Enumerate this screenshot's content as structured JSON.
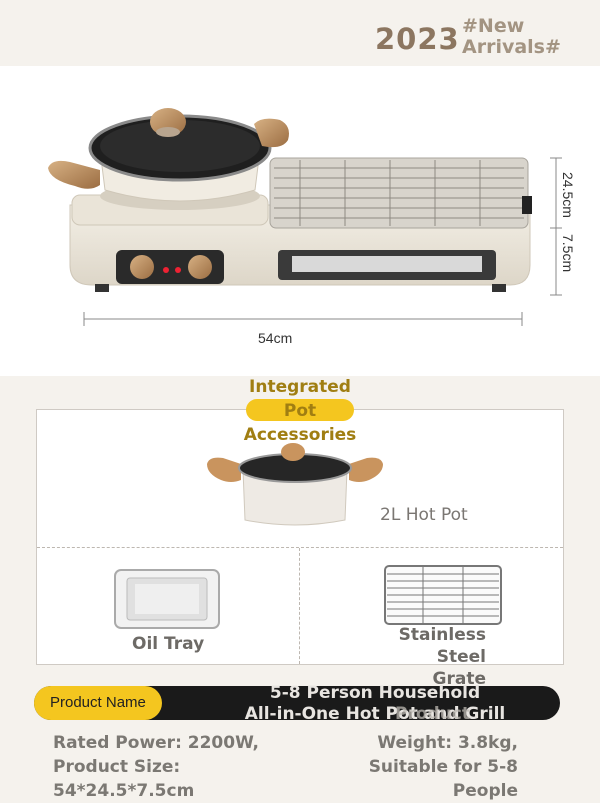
{
  "header": {
    "year": "2023",
    "tag_line1": "#New",
    "tag_line2": "Arrivals#"
  },
  "dimensions": {
    "width": "54cm",
    "depth": "24.5cm",
    "height": "7.5cm"
  },
  "accessories": {
    "title_line1": "Integrated",
    "title_line2": "Pot",
    "title_line3": "Accessories",
    "pot_label": "2L Hot Pot",
    "oil_tray_label": "Oil Tray",
    "grate_label_line1": "Stainless Steel",
    "grate_label_line2": "Grate"
  },
  "product": {
    "name_label": "Product Name",
    "name_line1": "5-8 Person Household",
    "name_line2": "All-in-One Hot Pot and Grill",
    "name_overlay": "Product"
  },
  "specs": {
    "left_line1": "Rated Power: 2200W,",
    "left_line2": "Product Size:",
    "left_line3": "54*24.5*7.5cm",
    "right_line1": "Weight: 3.8kg,",
    "right_line2": "Suitable for 5-8",
    "right_line3": "People"
  },
  "colors": {
    "accent": "#f4c61f",
    "bar": "#1a1a1a",
    "appliance": "#ece7dd",
    "wood": "#b98a5a"
  }
}
